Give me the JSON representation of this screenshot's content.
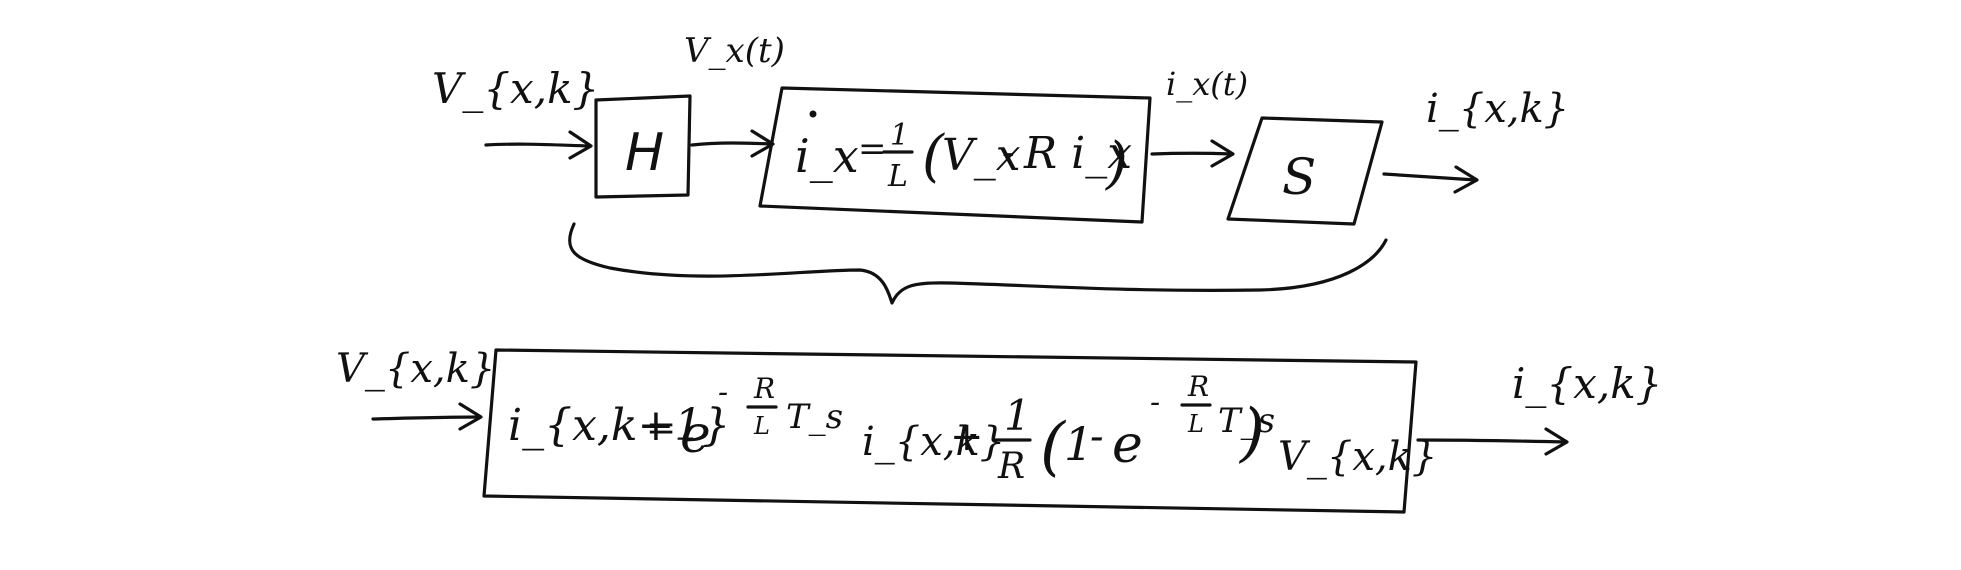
{
  "top_row": {
    "input_label": "V_{x,k}",
    "hold_block": {
      "label": "H"
    },
    "continuous_signal_label": "V_x(t)",
    "ode_block": {
      "lhs": "i_x",
      "equals": "=",
      "fraction_num": "1",
      "fraction_den": "L",
      "paren_open": "(",
      "v_term": "V_x",
      "minus": "-",
      "ri_term": "R i_x",
      "paren_close": ")"
    },
    "current_signal_label": "i_x(t)",
    "sampler_block": {
      "label": "S"
    },
    "output_label": "i_{x,k}"
  },
  "bottom_row": {
    "input_label": "V_{x,k}",
    "equation": {
      "lhs": "i_{x,k+1}",
      "equals": "=",
      "exp_base_1": "e",
      "exp_1_minus": "-",
      "exp_1_num": "R",
      "exp_1_den": "L",
      "exp_1_ts": "T_s",
      "term_current": "i_{x,k}",
      "plus": "+",
      "frac_num": "1",
      "frac_den": "R",
      "paren_open": "(",
      "one": "1",
      "minus": "-",
      "exp_base_2": "e",
      "exp_2_minus": "-",
      "exp_2_num": "R",
      "exp_2_den": "L",
      "exp_2_ts": "T_s",
      "paren_close": ")",
      "term_voltage": "V_{x,k}"
    },
    "output_label": "i_{x,k}"
  }
}
